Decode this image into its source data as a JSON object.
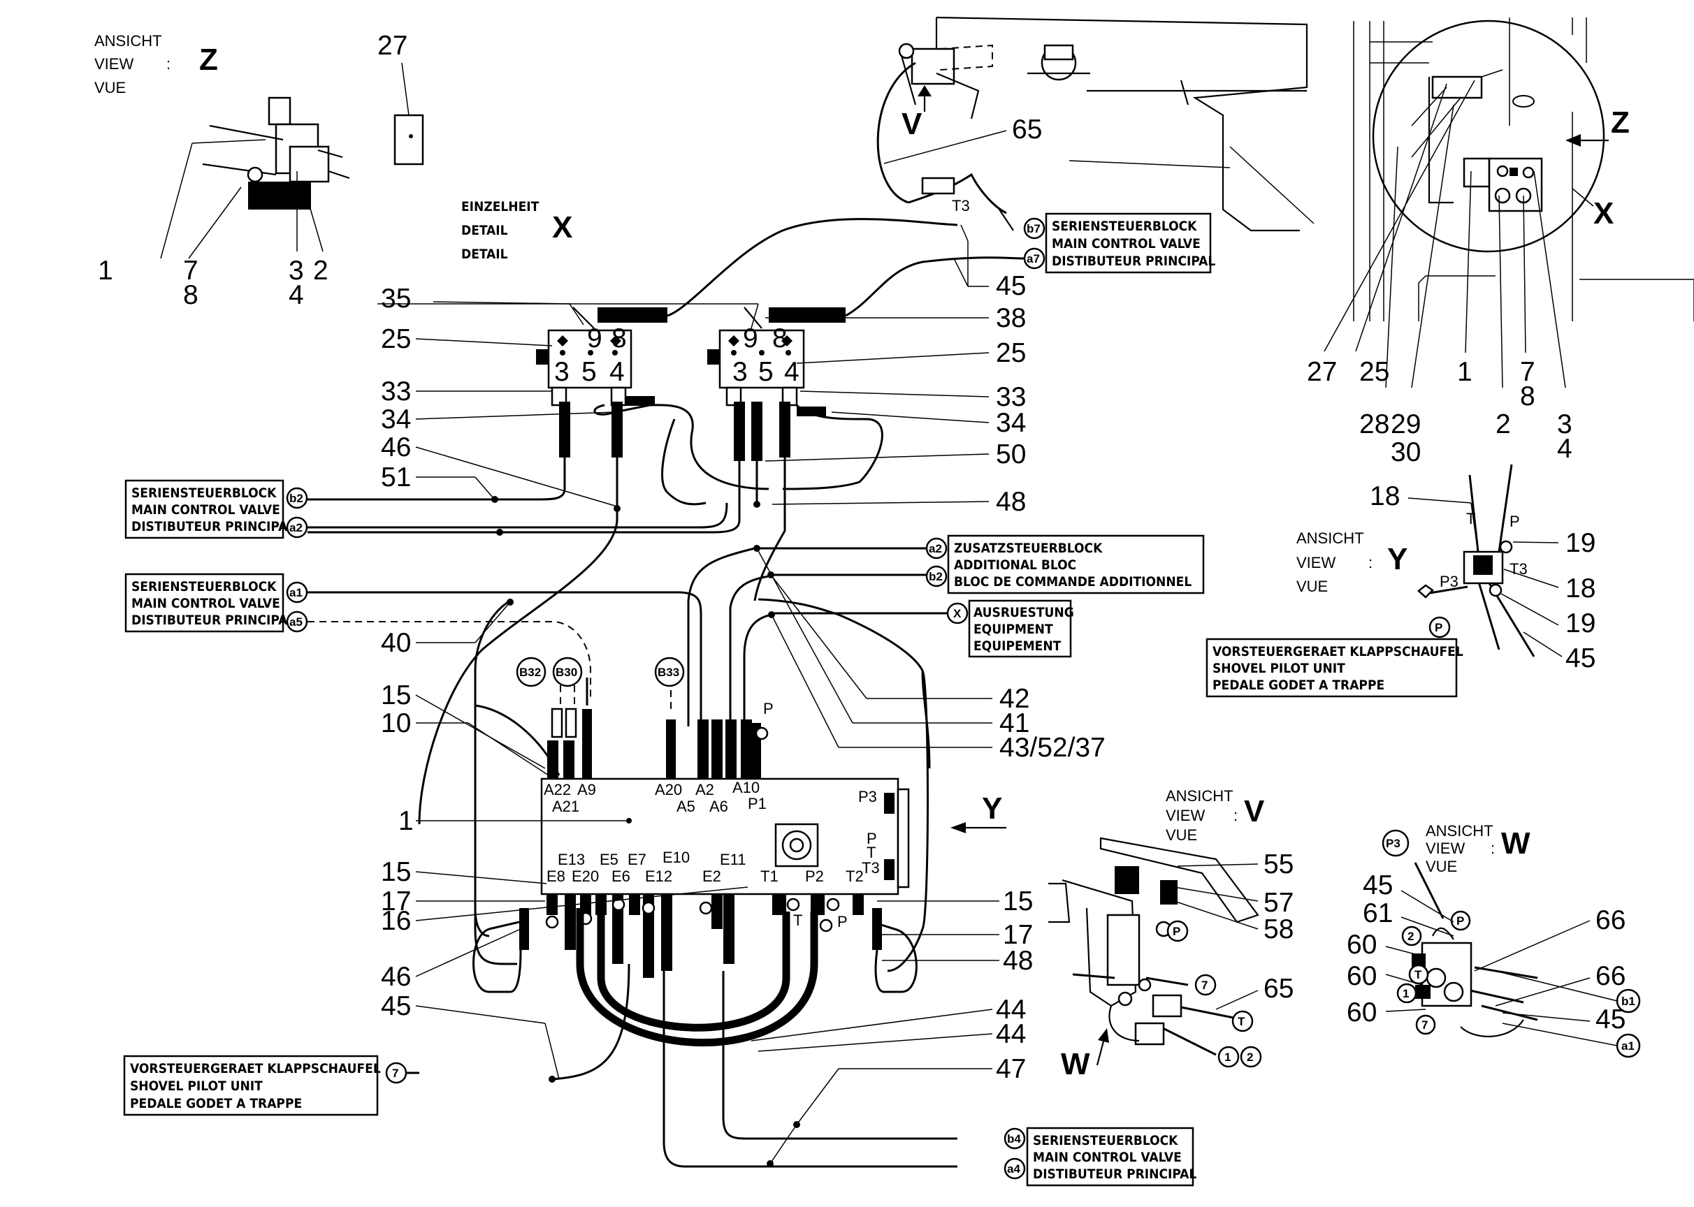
{
  "views": {
    "z": {
      "l1": "ANSICHT",
      "l2": "VIEW",
      "l3": "VUE",
      "colon": ":",
      "letter": "Z"
    },
    "y": {
      "l1": "ANSICHT",
      "l2": "VIEW",
      "l3": "VUE",
      "colon": ":",
      "letter": "Y"
    },
    "v": {
      "l1": "ANSICHT",
      "l2": "VIEW",
      "l3": "VUE",
      "colon": ":",
      "letter": "V"
    },
    "w": {
      "l1": "ANSICHT",
      "l2": "VIEW",
      "l3": "VUE",
      "colon": ":",
      "letter": "W"
    }
  },
  "detail_x": {
    "l1": "EINZELHEIT",
    "l2": "DETAIL",
    "l3": "DETAIL",
    "letter": "X"
  },
  "arrow_letters": {
    "z": "Z",
    "x": "X",
    "y": "Y",
    "v": "V",
    "w": "W"
  },
  "boxes": {
    "main_b7": {
      "l1": "SERIENSTEUERBLOCK",
      "l2": "MAIN CONTROL VALVE",
      "l3": "DISTIBUTEUR PRINCIPAL"
    },
    "main_b2": {
      "l1": "SERIENSTEUERBLOCK",
      "l2": "MAIN CONTROL VALVE",
      "l3": "DISTIBUTEUR PRINCIPAL"
    },
    "main_a1": {
      "l1": "SERIENSTEUERBLOCK",
      "l2": "MAIN CONTROL VALVE",
      "l3": "DISTIBUTEUR PRINCIPAL"
    },
    "additional": {
      "l1": "ZUSATZSTEUERBLOCK",
      "l2": "ADDITIONAL BLOC",
      "l3": "BLOC DE COMMANDE ADDITIONNEL"
    },
    "equipment": {
      "l1": "AUSRUESTUNG",
      "l2": "EQUIPMENT",
      "l3": "EQUIPEMENT"
    },
    "shovel_y": {
      "l1": "VORSTEUERGERAET KLAPPSCHAUFEL",
      "l2": "SHOVEL PILOT UNIT",
      "l3": "PEDALE  GODET A TRAPPE"
    },
    "shovel_main": {
      "l1": "VORSTEUERGERAET KLAPPSCHAUFEL",
      "l2": "SHOVEL PILOT UNIT",
      "l3": "PEDALE  GODET A TRAPPE"
    },
    "main_b4": {
      "l1": "SERIENSTEUERBLOCK",
      "l2": "MAIN CONTROL VALVE",
      "l3": "DISTIBUTEUR PRINCIPAL"
    }
  },
  "circles": {
    "b7": "b7",
    "a7": "a7",
    "b2_left": "b2",
    "a2_left": "a2",
    "a1_left": "a1",
    "a5_left": "a5",
    "a2_right": "a2",
    "b2_right": "b2",
    "x": "X",
    "b32": "B32",
    "b30": "B30",
    "b33": "B33",
    "seven": "7",
    "b4": "b4",
    "a4": "a4",
    "p_y": "P",
    "b1_w": "b1",
    "a1_w": "a1",
    "p3_w": "P3",
    "p_w": "P",
    "t_w": "T",
    "one_w": "1",
    "two_w": "2",
    "seven_w": "7",
    "p_v": "P",
    "seven_v": "7",
    "t_v": "T",
    "one_v": "1",
    "two_v": "2"
  },
  "ports_top": {
    "a22": "A22",
    "a9": "A9",
    "a21": "A21",
    "a20": "A20",
    "a2": "A2",
    "a10": "A10",
    "a5": "A5",
    "a6": "A6",
    "p1": "P1",
    "p": "P",
    "p3": "P3"
  },
  "ports_bottom": {
    "e8": "E8",
    "e13": "E13",
    "e20": "E20",
    "e5": "E5",
    "e6": "E6",
    "e7": "E7",
    "e12": "E12",
    "e10": "E10",
    "e2": "E2",
    "e11": "E11",
    "t1": "T1",
    "p2": "P2",
    "t2": "T2",
    "t": "T",
    "p": "P",
    "pr": "P",
    "tr": "T",
    "t3r": "T3"
  },
  "misc": {
    "t3_top": "T3",
    "t3_y": "T3",
    "p3_y": "P3",
    "t_y": "T",
    "p_y2": "P",
    "v_top": "V"
  },
  "labels": {
    "n27_z": "27",
    "n1_z": "1",
    "n7_z": "7",
    "n8_z": "8",
    "n3_z": "3",
    "n2_z": "2",
    "n4_z": "4",
    "n65_top": "65",
    "n45_top": "45",
    "n38": "38",
    "n35": "35",
    "n25_l": "25",
    "n25_r": "25",
    "n33_l": "33",
    "n33_r": "33",
    "n34_l": "34",
    "n34_r": "34",
    "n46_top": "46",
    "n50": "50",
    "n51": "51",
    "n48_top": "48",
    "n40": "40",
    "n42": "42",
    "n41": "41",
    "n43": "43/52/37",
    "n15_a": "15",
    "n10": "10",
    "n1_main": "1",
    "n15_b": "15",
    "n17_l": "17",
    "n16": "16",
    "n46_b": "46",
    "n45_b": "45",
    "n15_r": "15",
    "n17_r": "17",
    "n48_b": "48",
    "n44_a": "44",
    "n44_b": "44",
    "n47": "47",
    "n27_x": "27",
    "n25_x": "25",
    "n1_x": "1",
    "n7_x": "7",
    "n8_x": "8",
    "n28_x": "28",
    "n29_x": "29",
    "n30_x": "30",
    "n2_x": "2",
    "n3_x": "3",
    "n4_x": "4",
    "n18_a": "18",
    "n19_a": "19",
    "n18_b": "18",
    "n19_b": "19",
    "n45_y": "45",
    "n55": "55",
    "n57": "57",
    "n58": "58",
    "n65_v": "65",
    "n45_w": "45",
    "n61": "61",
    "n60_a": "60",
    "n60_b": "60",
    "n60_c": "60",
    "n66_a": "66",
    "n66_b": "66",
    "n45_w2": "45",
    "v9_l": "9",
    "v8_l": "8",
    "v3_l": "3",
    "v5_l": "5",
    "v4_l": "4",
    "v9_r": "9",
    "v8_r": "8",
    "v3_r": "3",
    "v5_r": "5",
    "v4_r": "4"
  }
}
